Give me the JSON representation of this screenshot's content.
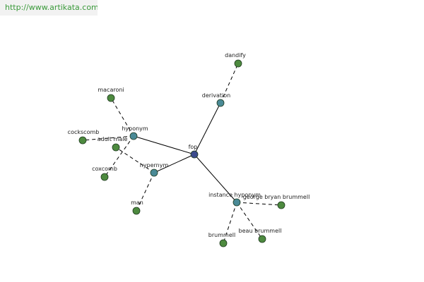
{
  "header": {
    "source_url": "http://www.artikata.com"
  },
  "colors": {
    "center_node": "#3b4a8c",
    "relation_node": "#4a8a96",
    "leaf_node": "#4d8a3f",
    "link_text": "#3a9a3a"
  },
  "graph": {
    "center": {
      "label": "fop"
    },
    "relations": [
      {
        "label": "derivation",
        "leaves": [
          {
            "label": "dandify"
          }
        ]
      },
      {
        "label": "hyponym",
        "leaves": [
          {
            "label": "macaroni"
          },
          {
            "label": "cockscomb"
          },
          {
            "label": "coxcomb"
          }
        ]
      },
      {
        "label": "hypernym",
        "leaves": [
          {
            "label": "adult male"
          },
          {
            "label": "man"
          }
        ]
      },
      {
        "label": "instance hyponym",
        "leaves": [
          {
            "label": "george bryan brummell"
          },
          {
            "label": "beau brummell"
          },
          {
            "label": "brummell"
          }
        ]
      }
    ]
  }
}
